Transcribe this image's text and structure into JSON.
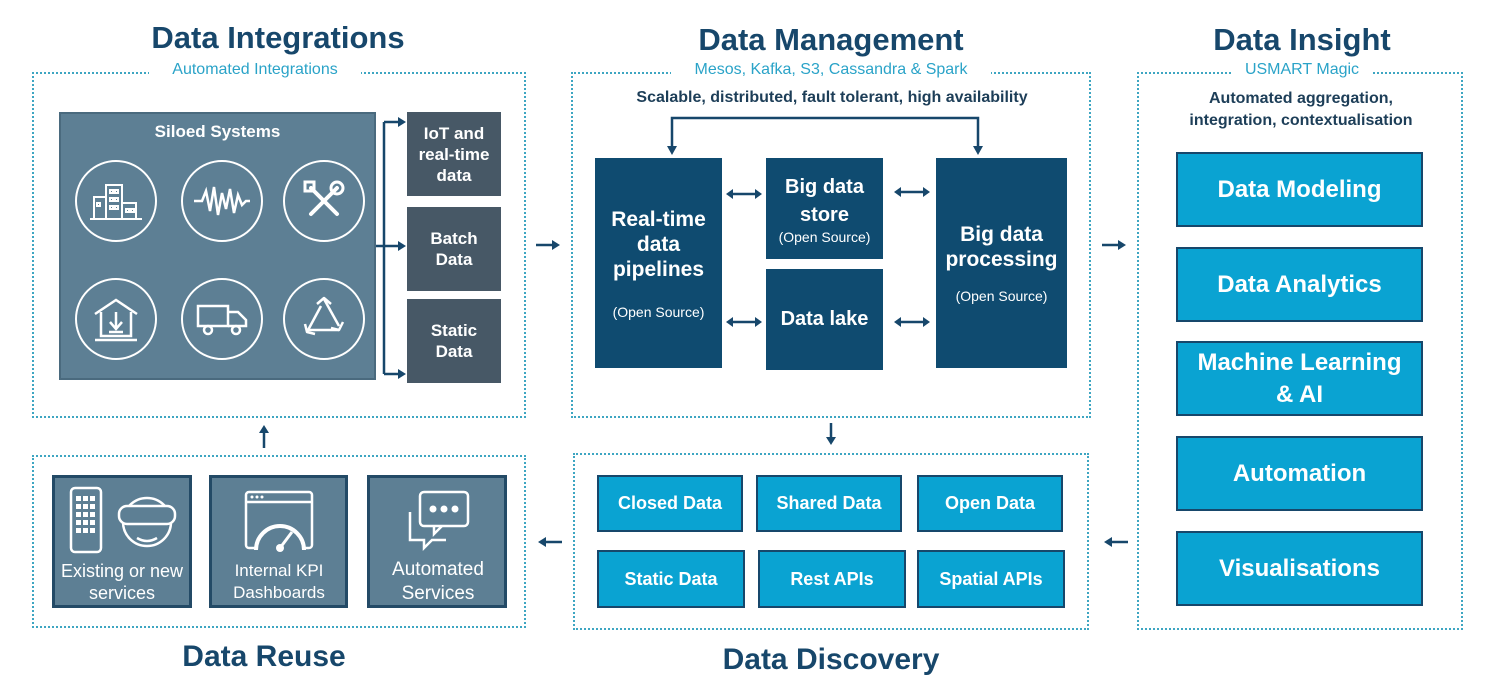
{
  "integrations": {
    "title": "Data Integrations",
    "subtitle": "Automated Integrations",
    "siloed_title": "Siloed Systems",
    "outputs": [
      "IoT and real-time data",
      "Batch Data",
      "Static Data"
    ]
  },
  "management": {
    "title": "Data Management",
    "subtitle": "Mesos, Kafka, S3, Cassandra & Spark",
    "description": "Scalable, distributed, fault tolerant, high availability",
    "pipelines": "Real-time data pipelines",
    "pipelines_note": "(Open Source)",
    "store": "Big data store",
    "store_note": "(Open Source)",
    "lake": "Data lake",
    "processing": "Big data processing",
    "processing_note": "(Open Source)"
  },
  "insight": {
    "title": "Data Insight",
    "subtitle": "USMART Magic",
    "description": "Automated aggregation, integration, contextualisation",
    "items": [
      "Data Modeling",
      "Data Analytics",
      "Machine Learning & AI",
      "Automation",
      "Visualisations"
    ]
  },
  "discovery": {
    "title": "Data Discovery",
    "items": [
      "Closed Data",
      "Shared Data",
      "Open Data",
      "Static Data",
      "Rest APIs",
      "Spatial APIs"
    ]
  },
  "reuse": {
    "title": "Data Reuse",
    "items": [
      "Existing or new services",
      "Internal KPI Dashboards",
      "Automated Services"
    ]
  },
  "icons": [
    "buildings-icon",
    "waveform-icon",
    "tools-icon",
    "warehouse-icon",
    "truck-icon",
    "recycle-icon",
    "tablet-icon",
    "vr-headset-icon",
    "dashboard-gauge-icon",
    "chat-bubbles-icon"
  ],
  "colors": {
    "title": "#17476b",
    "accent": "#2aa3c8",
    "navy": "#0f4b70",
    "cyan": "#0aa3d2",
    "grey": "#475866",
    "slate": "#5d7f94"
  }
}
